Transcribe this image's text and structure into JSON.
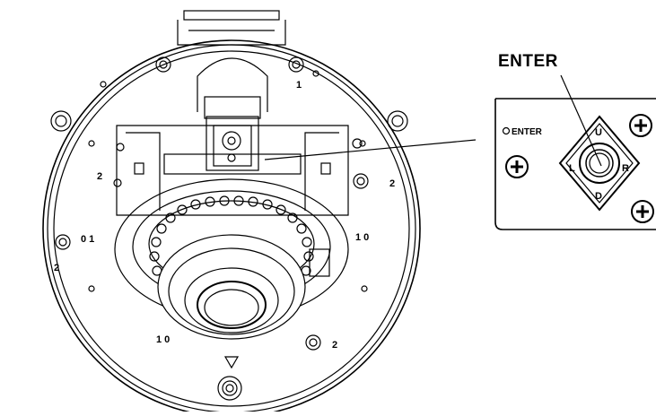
{
  "callout": {
    "title": "ENTER",
    "panel": {
      "enter_label": "ENTER",
      "up_label": "U",
      "down_label": "D",
      "left_label": "L",
      "right_label": "R"
    }
  },
  "dome": {
    "marks": {
      "one_top": "1",
      "two_left_upper": "2",
      "two_right_upper": "2",
      "zero_one_left": "0 1",
      "one_zero_right": "1 0",
      "two_left_lower": "2",
      "one_zero_bottom": "1 0",
      "two_bottom_right": "2"
    }
  },
  "colors": {
    "line": "#000000",
    "background": "#ffffff",
    "fill_light": "#f2f2f2"
  }
}
